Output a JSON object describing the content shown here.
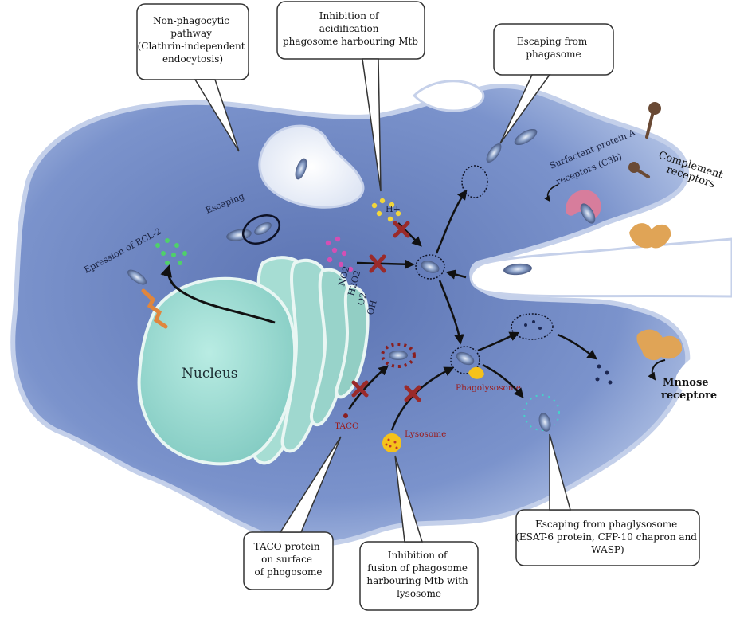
{
  "callouts": {
    "non_phagocytic": [
      "Non-phagocytic",
      "pathway",
      "(Clathrin-independent",
      "endocytosis)"
    ],
    "inhibition_acidification": [
      "Inhibition of",
      "acidification",
      "phagosome harbouring Mtb"
    ],
    "escaping_phagosome": [
      "Escaping from",
      "phagasome"
    ],
    "taco_protein": [
      "TACO protein",
      "on surface",
      "of phogosome"
    ],
    "inhibition_fusion": [
      "Inhibition of",
      "fusion of phagosome",
      "harbouring Mtb with",
      "lysosome"
    ],
    "escaping_phagolysosome": [
      "Escaping from phaglysosome",
      "(ESAT-6 protein, CFP-10 chapron and",
      "WASP)"
    ]
  },
  "labels": {
    "nucleus": "Nucleus",
    "escaping": "Escaping",
    "bcl2": "Epression of BCL-2",
    "hplus": "H+",
    "ros": [
      "NO2",
      "H2O2",
      "O2",
      "OH"
    ],
    "surfactant": [
      "Surfactant protein A",
      "receptors (C3b)"
    ],
    "complement": [
      "Complement",
      "receptors"
    ],
    "mannose": [
      "Mnnose",
      "receptore"
    ],
    "phagolysosome": "Phagolysosome",
    "lysosome": "Lysosome",
    "taco": "TACO"
  },
  "colors": {
    "cell_fill": "#6e86c0",
    "cell_edge": "#b9c7e6",
    "nucleus_fill": "#9fd8d0",
    "inhibit_x": "#9a2a2a",
    "h_dots": "#f2d63a",
    "ros_dots": "#d44fb4",
    "bcl2_dots": "#4fd06a",
    "lysosome": "#f5c21b",
    "receptor_orange": "#e0a456",
    "receptor_pink": "#d77d9c",
    "complement_brown": "#6a4a35"
  }
}
